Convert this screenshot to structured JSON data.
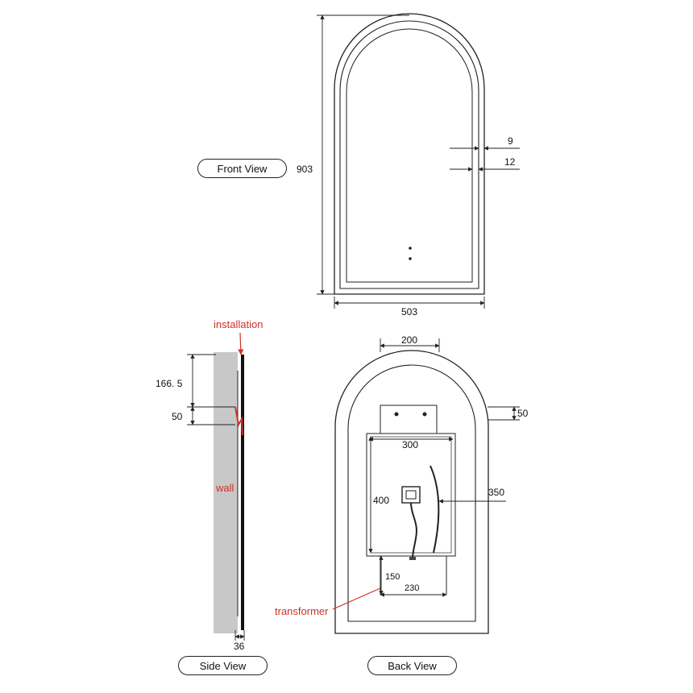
{
  "views": {
    "front": "Front View",
    "side": "Side View",
    "back": "Back View"
  },
  "front_dimensions": {
    "height": "903",
    "width": "503",
    "frame_inner": "9",
    "frame_outer": "12"
  },
  "side_dimensions": {
    "bracket_offset": "166. 5",
    "bracket_height": "50",
    "depth": "36"
  },
  "back_dimensions": {
    "bracket_width": "200",
    "bracket_top": "50",
    "box_width": "300",
    "box_height": "400",
    "lead": "350",
    "transformer_height": "150",
    "transformer_width": "230"
  },
  "annotations": {
    "installation": "installation",
    "wall": "wall",
    "transformer": "transformer"
  },
  "colors": {
    "line": "#222222",
    "annotation": "#d03028",
    "wall": "#c8c8c8"
  }
}
